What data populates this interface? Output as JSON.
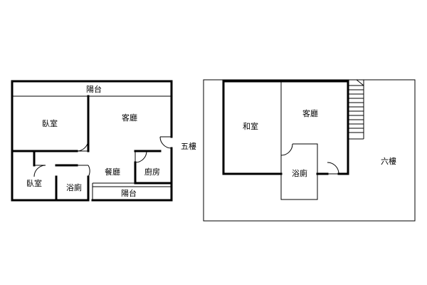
{
  "floor5": {
    "label": "五樓",
    "rooms": {
      "balcony_top": "陽台",
      "bedroom_1": "臥室",
      "living_room": "客廳",
      "bedroom_2": "臥室",
      "bathroom": "浴廁",
      "dining": "餐廳",
      "kitchen": "廚房",
      "balcony_bottom": "陽台"
    }
  },
  "floor6": {
    "label": "六樓",
    "rooms": {
      "japanese_room": "和室",
      "living_room": "客廳",
      "bathroom": "浴廁"
    }
  }
}
